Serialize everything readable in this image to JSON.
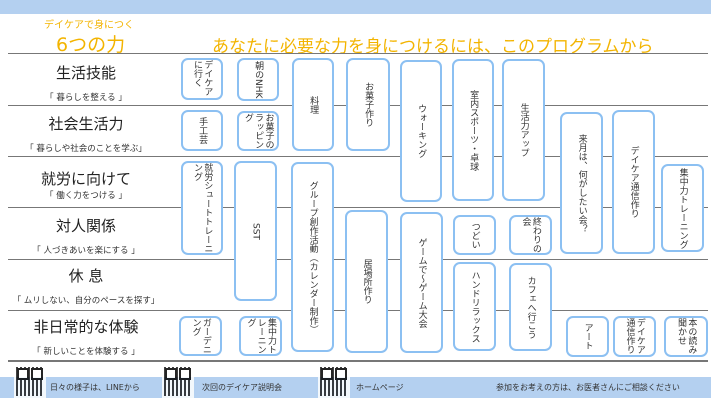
{
  "header": {
    "subtitle": "デイケアで身につく",
    "title": "6つの力",
    "headline": "あなたに必要な力を身につけるには、このプログラムから"
  },
  "categories": [
    {
      "title": "生活技能",
      "desc": "「 暮らしを整える 」"
    },
    {
      "title": "社会生活力",
      "desc": "「 暮らしや社会のことを学ぶ」"
    },
    {
      "title": "就労に向けて",
      "desc": "「 働く力をつける 」"
    },
    {
      "title": "対人関係",
      "desc": "「 人づきあいを楽にする 」"
    },
    {
      "title": "休 息",
      "desc": "「 ムリしない、自分のペースを探す」"
    },
    {
      "title": "非日常的な体験",
      "desc": "「 新しいことを体験する 」"
    }
  ],
  "programs": {
    "daycare_go": "デイケアに行く",
    "morning_nhk": "朝のNHK",
    "cooking": "料理",
    "sweets": "お菓子作り",
    "walking": "ウォーキング",
    "sports": "室内スポーツ・卓球",
    "life_up": "生活力アップ",
    "next_month": "来月は、何がしたい会？",
    "newsletter": "デイケア通信作り",
    "focus": "集中力トレーニング",
    "handicraft": "手工芸",
    "wrapping": "お菓子のラッピング",
    "work_training": "就労シュートトレーニング",
    "sst": "SST",
    "group_art": "グループ創作活動（カレンダー制作）",
    "ibasho": "居場所作り",
    "game": "ゲームで～ゲーム大会",
    "tsudoi": "つどい",
    "closing": "終わりの会",
    "hand_relax": "ハンドリラックス",
    "cafe": "カフェへ行こう",
    "gardening": "ガーデニング",
    "focus2": "集中力トレーニング",
    "art": "アート",
    "newsletter2": "デイケア通信作り",
    "reading": "本の読み聞かせ"
  },
  "footer": {
    "line": "日々の様子は、LINEから",
    "briefing": "次回のデイケア説明会",
    "homepage": "ホームページ",
    "note": "参加をお考えの方は、お医者さんにご相談ください"
  }
}
